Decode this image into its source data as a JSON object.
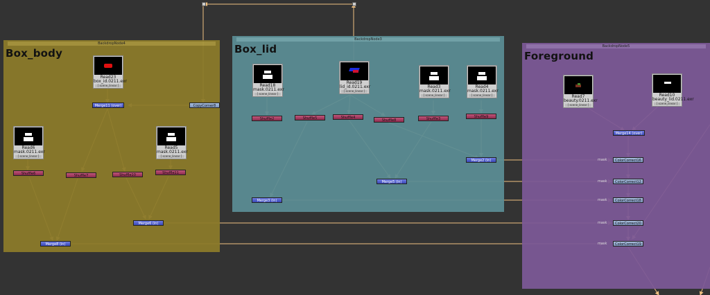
{
  "colors": {
    "background": "#333333",
    "edge": "#f0c080",
    "box_body": "#8b7a2a",
    "box_lid": "#5b8c93",
    "foreground": "#7b5896",
    "merge_node": "#4a58c8",
    "shuffle_node": "#a83e64",
    "copy_node": "#8ea6cc"
  },
  "backdrops": {
    "box_body": {
      "header": "BackdropNode4",
      "title": "Box_body"
    },
    "box_lid": {
      "header": "BackdropNode3",
      "title": "Box_lid"
    },
    "foreground": {
      "header": "BackdropNode5",
      "title": "Foreground"
    }
  },
  "reads": {
    "read23": {
      "name": "Read23",
      "file": "box_id.0211.exr",
      "colorspace": "[ scene_linear ]",
      "thumb": "red-box"
    },
    "read6": {
      "name": "Read6",
      "file": "mask.0211.exr",
      "colorspace": "[ scene_linear ]",
      "thumb": "white-box"
    },
    "read5": {
      "name": "Read5",
      "file": "mask.0211.exr",
      "colorspace": "[ scene_linear ]",
      "thumb": "white-box"
    },
    "read18": {
      "name": "Read18",
      "file": "mask.0211.exr",
      "colorspace": "[ scene_linear ]",
      "thumb": "white-box"
    },
    "read19": {
      "name": "Read19",
      "file": "lid_id.0211.exr",
      "colorspace": "[ scene_linear ]",
      "thumb": "rgb-lid"
    },
    "read3": {
      "name": "Read3",
      "file": "mask.0211.exr",
      "colorspace": "[ scene_linear ]",
      "thumb": "white-box"
    },
    "read4": {
      "name": "Read4",
      "file": "mask.0211.exr",
      "colorspace": "[ scene_linear ]",
      "thumb": "white-box"
    },
    "read7": {
      "name": "Read7",
      "file": "beauty.0211.exr",
      "colorspace": "[ scene_linear ]",
      "thumb": "beauty"
    },
    "read10": {
      "name": "Read10",
      "file": "beauty_lid.0211.exr",
      "colorspace": "[ scene_linear ]",
      "thumb": "white-lid"
    }
  },
  "nodes": {
    "merge_body_top": "Merge11 (over)",
    "copy_body": "CopyCorner8",
    "shuffle_body_1": "Shuffle6",
    "shuffle_body_2": "Shuffle7",
    "shuffle_body_3": "Shuffle10",
    "shuffle_body_4": "Shuffle11",
    "merge_body_mid": "Merge6 (in)",
    "merge_body_bottom": "Merge8 (in)",
    "shuffle_lid_1": "Shuffle2",
    "shuffle_lid_2": "Shuffle5",
    "shuffle_lid_3": "Shuffle4",
    "shuffle_lid_4": "Shuffle8",
    "shuffle_lid_5": "Shuffle3",
    "shuffle_lid_6": "Shuffle9",
    "merge_lid_1": "Merge2 (in)",
    "merge_lid_2": "Merge5 (in)",
    "merge_lid_3": "Merge3 (in)",
    "merge_fg": "Merge14 (over)",
    "cc_1": "ColorCorrect16",
    "cc_2": "ColorCorrect12",
    "cc_3": "ColorCorrect18",
    "cc_4": "ColorCorrect20",
    "cc_5": "ColorCorrect19"
  },
  "mask_label": "mask"
}
